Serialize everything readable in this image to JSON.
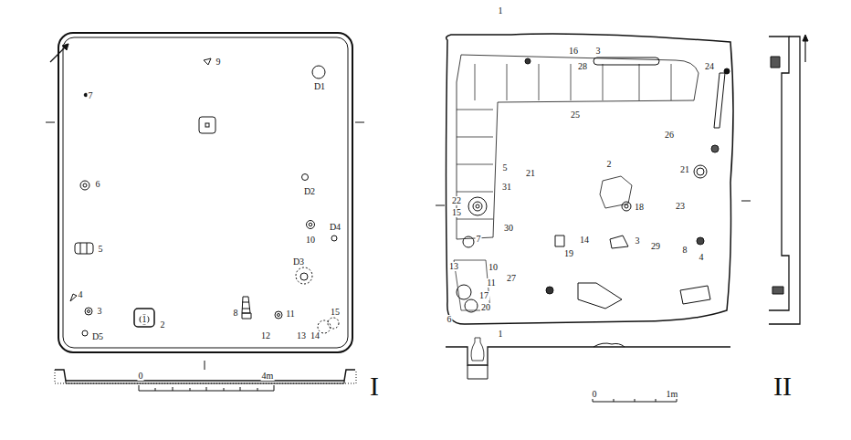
{
  "diagram": {
    "labels": [
      "9",
      "D1",
      "7",
      "6",
      "D2",
      "10",
      "D4",
      "5",
      "D3",
      "4",
      "3",
      "1",
      "2",
      "8",
      "11",
      "15",
      "D5",
      "12",
      "13",
      "14",
      "0",
      "4m",
      "I",
      "1",
      "1",
      "16",
      "3",
      "28",
      "24",
      "25",
      "26",
      "2",
      "5",
      "21",
      "21",
      "31",
      "22",
      "15",
      "18",
      "23",
      "30",
      "7",
      "14",
      "19",
      "3",
      "29",
      "8",
      "4",
      "13",
      "10",
      "27",
      "11",
      "17",
      "20",
      "6",
      "0",
      "1m",
      "II"
    ]
  }
}
